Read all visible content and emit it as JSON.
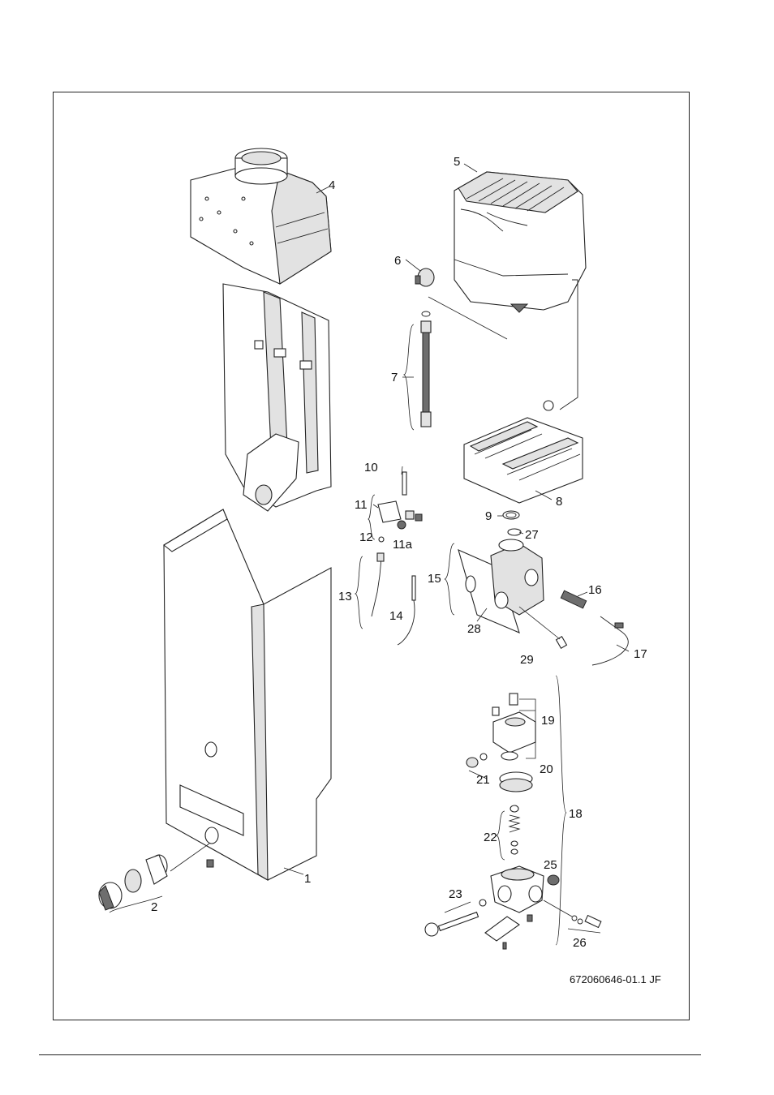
{
  "figure": {
    "reference": "672060646-01.1 JF",
    "callouts": [
      "1",
      "2",
      "4",
      "5",
      "6",
      "7",
      "8",
      "9",
      "10",
      "11",
      "11a",
      "12",
      "13",
      "14",
      "15",
      "16",
      "17",
      "18",
      "19",
      "20",
      "21",
      "22",
      "23",
      "25",
      "26",
      "27",
      "28",
      "29"
    ]
  }
}
